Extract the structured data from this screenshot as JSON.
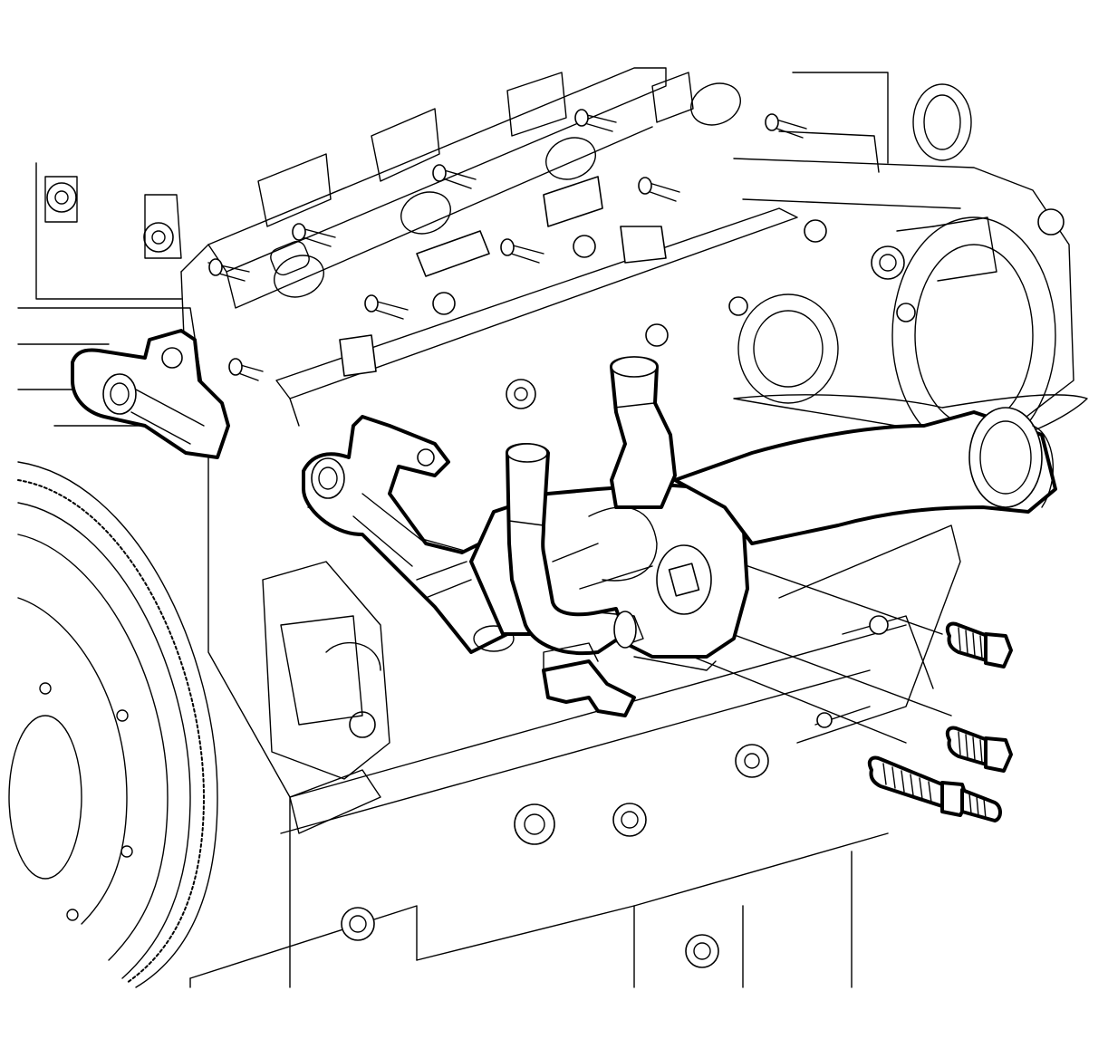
{
  "diagram": {
    "background": "#ffffff",
    "line_color": "#000000",
    "highlight_color": "#000000",
    "components": [
      "engine-block",
      "cylinder-head",
      "flywheel",
      "coolant-outlet-left",
      "coolant-bypass-pipe",
      "heater-inlet-pipe",
      "heater-outlet-pipe",
      "coolant-outlet-right",
      "thermostat-housing",
      "pipe-bracket",
      "bolt",
      "stud-bolt"
    ],
    "bolt_count": 3
  }
}
